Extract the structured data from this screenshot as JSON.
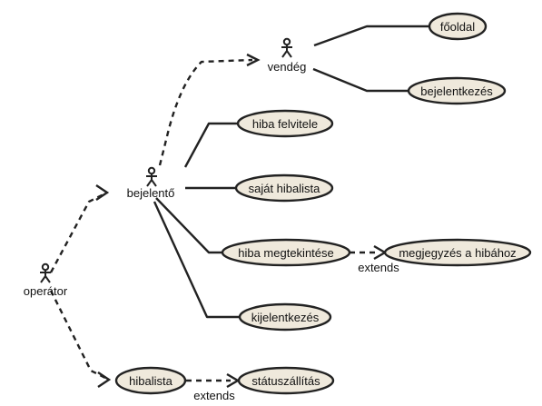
{
  "actors": {
    "vendeg": "vendég",
    "bejelento": "bejelentő",
    "operator": "operátor"
  },
  "use_cases": {
    "fooldal": "főoldal",
    "bejelentkezes": "bejelentkezés",
    "hiba_felvitele": "hiba felvitele",
    "sajat_hibalista": "saját hibalista",
    "hiba_megtekintese": "hiba megtekintése",
    "megjegyzes": "megjegyzés a hibához",
    "kijelentkezes": "kijelentkezés",
    "hibalista": "hibalista",
    "statuszallitas": "státuszállítás"
  },
  "relations": {
    "extends_1": "extends",
    "extends_2": "extends"
  }
}
